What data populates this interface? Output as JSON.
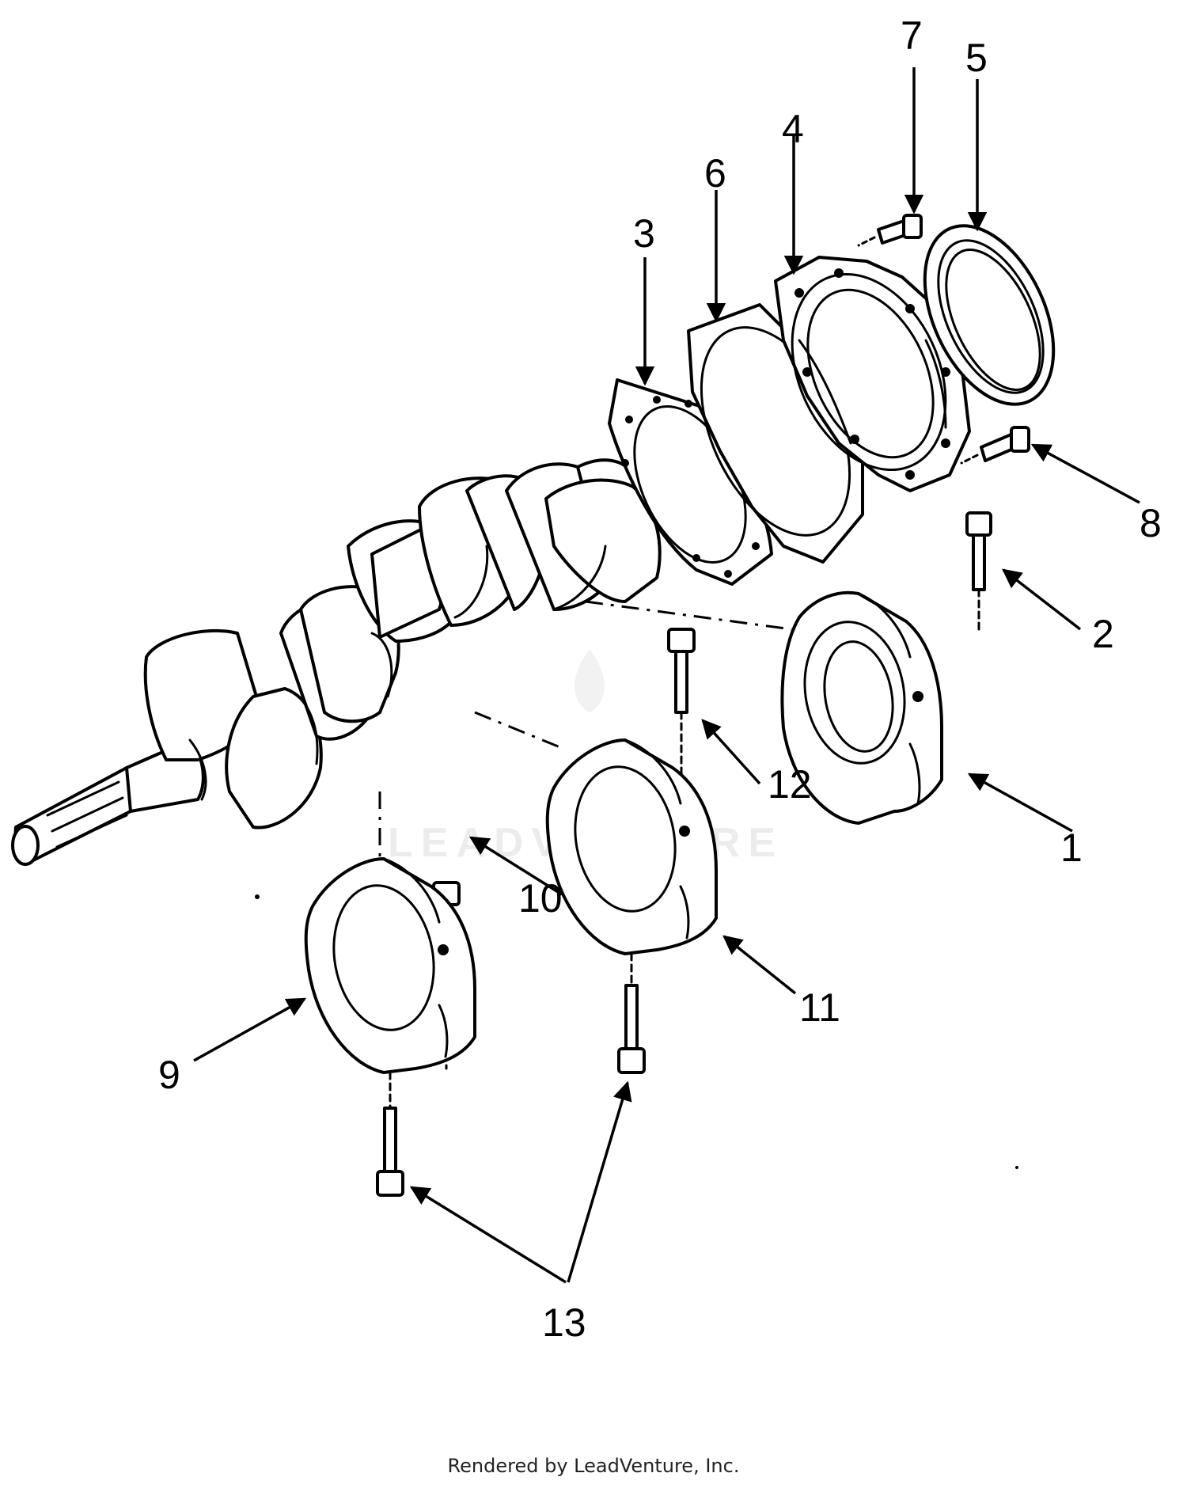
{
  "diagram": {
    "callouts": [
      "1",
      "2",
      "3",
      "4",
      "5",
      "6",
      "7",
      "8",
      "9",
      "10",
      "11",
      "12",
      "13"
    ],
    "watermark": "LEADVENTURE"
  },
  "footer": {
    "text": "Rendered by LeadVenture, Inc."
  }
}
